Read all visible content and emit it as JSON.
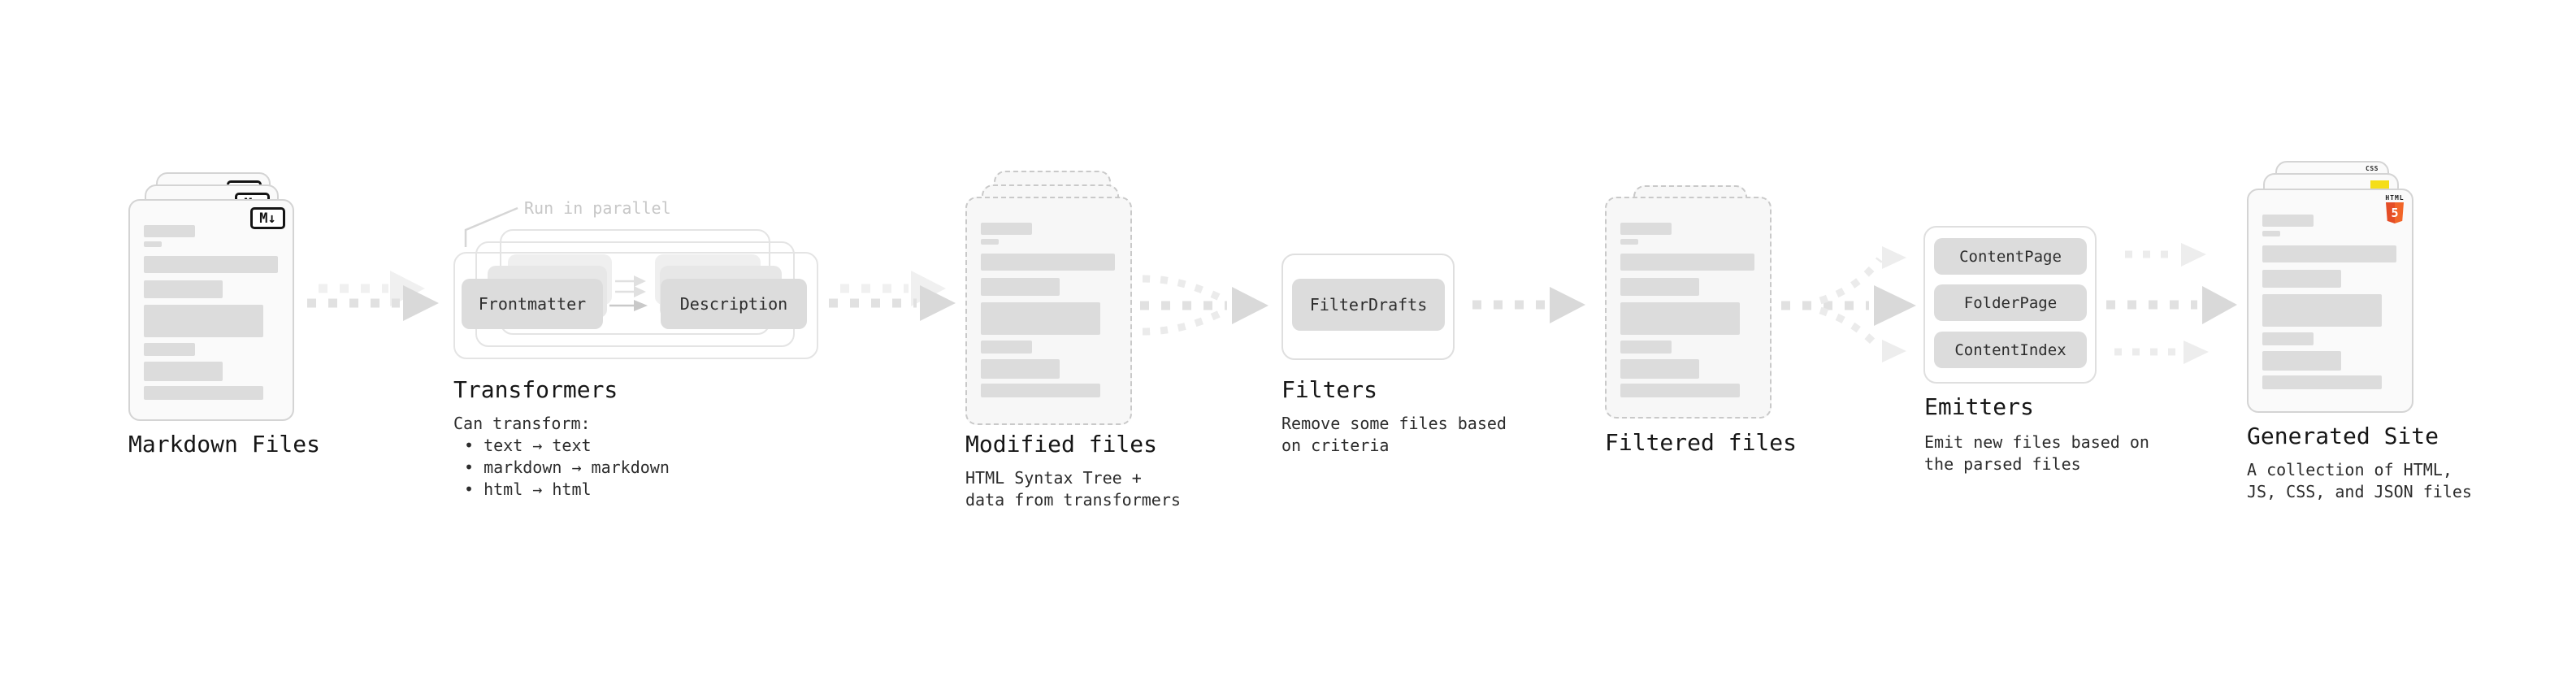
{
  "stages": {
    "markdown": {
      "title": "Markdown Files",
      "badge": "M↓"
    },
    "transformers": {
      "title": "Transformers",
      "note": "Run in parallel",
      "buttons": [
        "Frontmatter",
        "Description"
      ],
      "desc_heading": "Can transform:",
      "bullets": [
        "• text → text",
        "• markdown → markdown",
        "• html → html"
      ]
    },
    "modified": {
      "title": "Modified files",
      "desc": "HTML Syntax Tree +\ndata from transformers"
    },
    "filters": {
      "title": "Filters",
      "buttons": [
        "FilterDrafts"
      ],
      "desc": "Remove some files based\non criteria"
    },
    "filtered": {
      "title": "Filtered files"
    },
    "emitters": {
      "title": "Emitters",
      "buttons": [
        "ContentPage",
        "FolderPage",
        "ContentIndex"
      ],
      "desc": "Emit new files based on\nthe parsed files"
    },
    "generated": {
      "title": "Generated Site",
      "desc": "A collection of HTML,\nJS, CSS, and JSON files",
      "badges": {
        "css": "CSS",
        "html_label": "HTML",
        "html_number": "5"
      }
    }
  },
  "colors": {
    "html5_orange": "#e44d26",
    "js_yellow": "#f5de19",
    "css_blue": "#2962f1",
    "button_gray": "#dcdcdc",
    "arrow_gray": "#d9d9d9",
    "note_gray": "#c7c7c7"
  }
}
